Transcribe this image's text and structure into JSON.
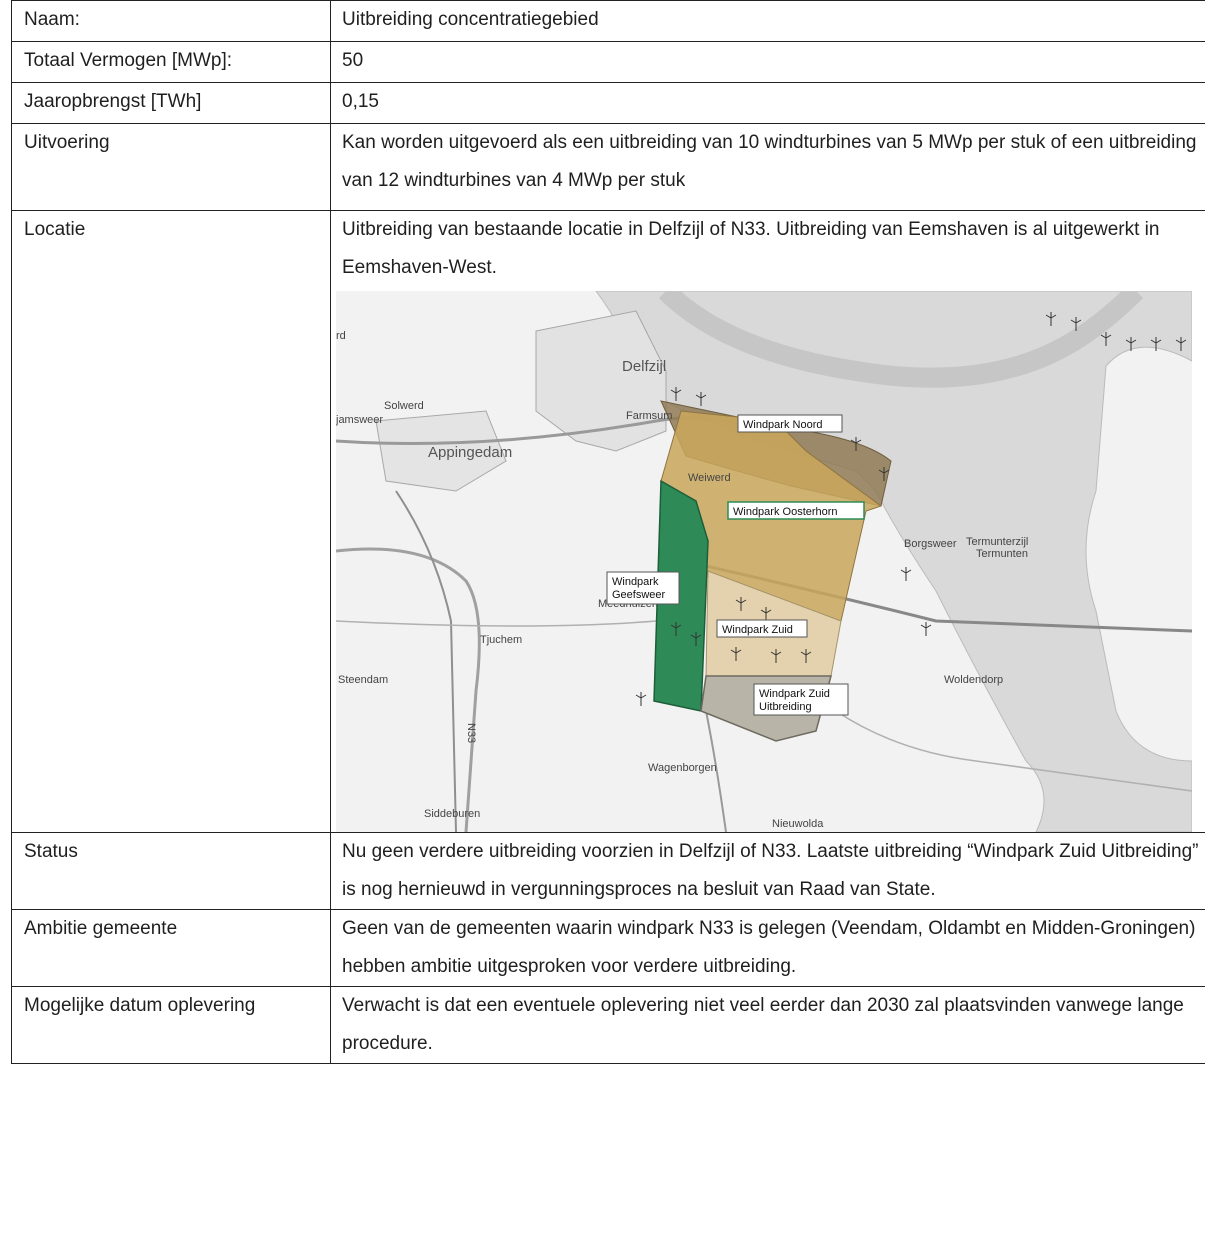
{
  "rows": {
    "naam": {
      "label": "Naam:",
      "value": "Uitbreiding concentratiegebied"
    },
    "vermogen": {
      "label": "Totaal Vermogen [MWp]:",
      "value": "50"
    },
    "jaaropbrengst": {
      "label": "Jaaropbrengst [TWh]",
      "value": "0,15"
    },
    "uitvoering": {
      "label": "Uitvoering",
      "value": "Kan worden uitgevoerd als een uitbreiding van 10 windturbines van 5 MWp per stuk of een uitbreiding van 12 windturbines van 4 MWp per stuk"
    },
    "locatie": {
      "label": "Locatie",
      "value": "Uitbreiding van bestaande locatie in Delfzijl of N33. Uitbreiding van Eemshaven is al uitgewerkt in Eemshaven-West."
    },
    "status": {
      "label": "Status",
      "value": "Nu geen verdere uitbreiding voorzien in Delfzijl of N33. Laatste uitbreiding “Windpark Zuid Uitbreiding” is nog hernieuwd in vergunningsproces na besluit van Raad van State."
    },
    "ambitie": {
      "label": "Ambitie gemeente",
      "value": "Geen van de gemeenten waarin windpark N33 is gelegen (Veendam, Oldambt en Midden-Groningen) hebben ambitie uitgesproken voor verdere uitbreiding."
    },
    "datum": {
      "label": "Mogelijke datum oplevering",
      "value": "Verwacht is dat een eventuele oplevering niet veel eerder dan 2030 zal plaatsvinden vanwege lange procedure."
    }
  },
  "map": {
    "windparks": {
      "noord": "Windpark Noord",
      "oosterhorn": "Windpark Oosterhorn",
      "geefsweer_1": "Windpark",
      "geefsweer_2": "Geefsweer",
      "zuid": "Windpark Zuid",
      "zuid_uitbreiding_1": "Windpark Zuid",
      "zuid_uitbreiding_2": "Uitbreiding"
    },
    "places": {
      "delfzijl": "Delfzijl",
      "solwerd": "Solwerd",
      "appingedam": "Appingedam",
      "tjamsweer": "jamsweer",
      "farmsum": "Farmsum",
      "weiwerd": "Weiwerd",
      "borgsweer": "Borgsweer",
      "termunterzijl": "Termunterzijl",
      "termunten": "Termunten",
      "meedhuizen": "Meedhuizen",
      "tjuchem": "Tjuchem",
      "steendam": "Steendam",
      "woldendorp": "Woldendorp",
      "wagenborgen": "Wagenborgen",
      "siddeburen": "Siddeburen",
      "nieuwolda": "Nieuwolda",
      "n33": "N33",
      "rd": "rd"
    },
    "colors": {
      "noord": "#8f7a55",
      "oosterhorn": "#c9a75a",
      "geefsweer": "#2e8b57",
      "zuid": "#e3d2ad",
      "zuid_uitbreiding": "#b9b4a8",
      "water": "#d9d9d9",
      "land": "#f3f3f3"
    }
  }
}
